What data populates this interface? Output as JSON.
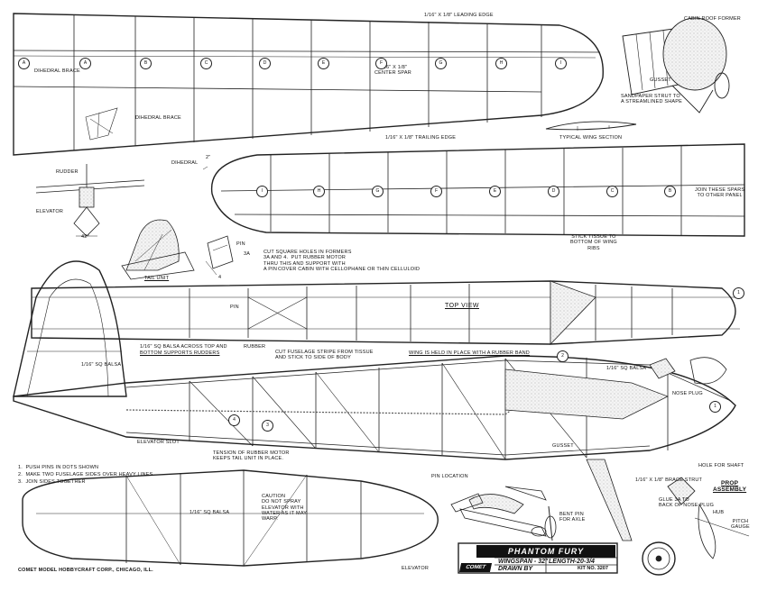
{
  "sheet": {
    "title": "PHANTOM FURY",
    "wingspan": "WINGSPAN - 32\"",
    "length": "LENGTH-20-3/4",
    "drawn_by": "DRAWN BY",
    "kit_no": "KIT NO. 3207",
    "maker": "COMET MODEL HOBBYCRAFT CORP., CHICAGO, ILL.",
    "logo": "COMET"
  },
  "wing_labels": {
    "leading_edge": "1/16\" X 1/8\" LEADING EDGE",
    "trailing_edge": "1/16\" X 1/8\" TRAILING EDGE",
    "center_spar": "1/16\" X 1/8\"\nCENTER SPAR",
    "dihedral_brace_1": "DIHEDRAL BRACE",
    "dihedral_brace_2": "DIHEDRAL BRACE",
    "wing_section": "TYPICAL WING SECTION",
    "dihedral": "DIHEDRAL",
    "dihedral_value": "2\"",
    "join_spars": "JOIN THESE SPARS\nTO OTHER PANEL",
    "stick_tissue": "STICK TISSUE TO\nBOTTOM OF WING\nRIBS"
  },
  "rib_letters_top": [
    "A",
    "A",
    "B",
    "C",
    "D",
    "E",
    "F",
    "G",
    "H",
    "I"
  ],
  "rib_letters_bottom": [
    "I",
    "H",
    "G",
    "F",
    "E",
    "D",
    "C",
    "B"
  ],
  "cabin_labels": {
    "roof_former": "CABIN ROOF FORMER",
    "gusset": "GUSSET",
    "sandpaper_strut": "SANDPAPER STRUT TO\nA STREAMLINED SHAPE"
  },
  "tail_labels": {
    "rudder": "RUDDER",
    "elevator": "ELEVATOR",
    "angle": "42°",
    "tail_unit": "TAIL UNIT",
    "pin": "PIN",
    "part_3a": "3A",
    "part_4": "4",
    "square_holes": "CUT SQUARE HOLES IN FORMERS\n3A AND 4.  PUT RUBBER MOTOR\nTHRU THIS AND SUPPORT WITH\nA PIN"
  },
  "fuselage_labels": {
    "cover_cabin": "COVER CABIN WITH CELLOPHANE OR THIN CELLULOID",
    "top_view": "TOP VIEW",
    "pin": "PIN",
    "rubber": "RUBBER",
    "balsa_top_bottom_1": "1/16\" SQ BALSA ACROSS TOP AND",
    "balsa_top_bottom_2": "BOTTOM SUPPORTS RUDDERS",
    "balsa_1": "1/16\" SQ BALSA",
    "balsa_2": "1/16\" SQ BALSA",
    "cut_stripe": "CUT FUSELAGE STRIPE FROM TISSUE\nAND STICK TO SIDE OF BODY",
    "wing_held": "WING IS HELD IN PLACE WITH A RUBBER BAND",
    "nose_plug": "NOSE PLUG",
    "elevator_slot": "ELEVATOR SLOT",
    "tension": "TENSION OF RUBBER MOTOR\nKEEPS TAIL UNIT IN PLACE.",
    "pin_location": "PIN LOCATION",
    "gusset": "GUSSET",
    "hole_shaft": "HOLE FOR SHAFT",
    "brace_strut": "1/16\" X 1/8\" BRACE STRUT",
    "glue": "GLUE 3A TO\nBACK OF NOSE PLUG",
    "prop_assembly": "PROP\nASSEMBLY",
    "hub": "HUB",
    "pitch_gauge": "PITCH\nGAUGE",
    "bent_pin": "BENT PIN\nFOR AXLE",
    "former_1": "1",
    "former_2": "2",
    "former_3": "3",
    "former_4": "4"
  },
  "instructions": [
    "1.  PUSH PINS IN DOTS SHOWN",
    "2.  MAKE TWO FUSELAGE SIDES OVER HEAVY LINES",
    "3.  JOIN SIDES TOGETHER"
  ],
  "elevator_labels": {
    "balsa": "1/16\" SQ BALSA",
    "caution": "CAUTION\nDO NOT SPRAY\nELEVATOR WITH\nWATER AS IT MAY\nWARP.",
    "elevator": "ELEVATOR"
  }
}
